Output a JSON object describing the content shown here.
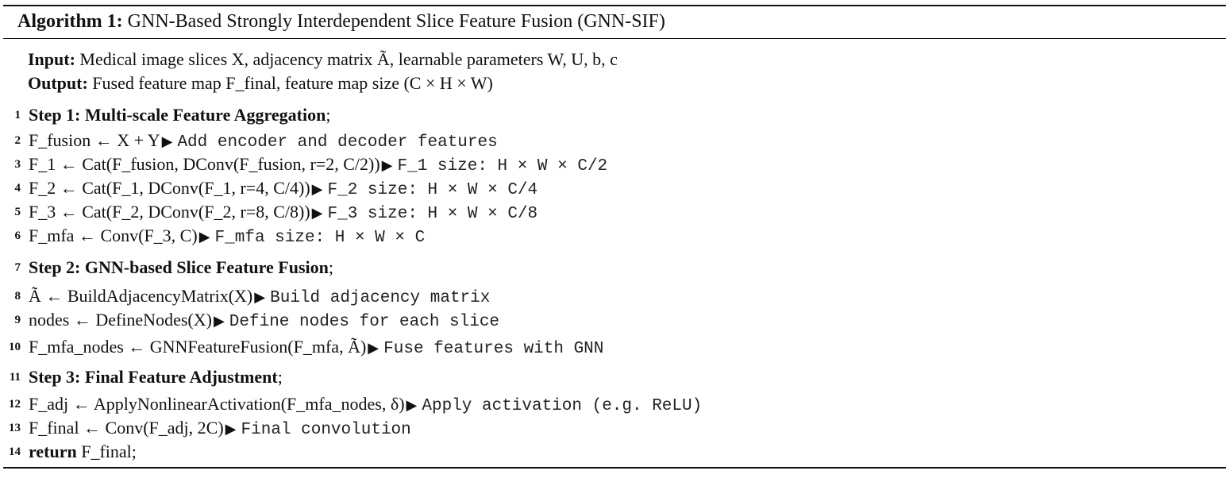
{
  "algorithm": {
    "caption_label": "Algorithm 1:",
    "caption_title": "GNN-Based Strongly Interdependent Slice Feature Fusion (GNN-SIF)",
    "input_label": "Input:",
    "input_text": "Medical image slices X, adjacency matrix Ã, learnable parameters W, U, b, c",
    "output_label": "Output:",
    "output_text": "Fused feature map F_final, feature map size (C × H × W)",
    "lines": [
      {
        "num": "1",
        "step": "Step 1: Multi-scale Feature Aggregation",
        "tail": ";"
      },
      {
        "num": "2",
        "code": "F_fusion ← X + Y",
        "comment": "Add encoder and decoder features"
      },
      {
        "num": "3",
        "code": "F_1 ← Cat(F_fusion, DConv(F_fusion, r=2, C/2))",
        "comment": "F_1 size: H × W × C/2"
      },
      {
        "num": "4",
        "code": "F_2 ← Cat(F_1, DConv(F_1, r=4, C/4))",
        "comment": "F_2 size: H × W × C/4"
      },
      {
        "num": "5",
        "code": "F_3 ← Cat(F_2, DConv(F_2, r=8, C/8))",
        "comment": "F_3 size: H × W × C/8"
      },
      {
        "num": "6",
        "code": "F_mfa ← Conv(F_3, C)",
        "comment": "F_mfa size: H × W × C"
      },
      {
        "num": "7",
        "step": "Step 2: GNN-based Slice Feature Fusion",
        "tail": ";"
      },
      {
        "num": "8",
        "code": "Ã ← BuildAdjacencyMatrix(X)",
        "comment": "Build adjacency matrix"
      },
      {
        "num": "9",
        "code": "nodes ← DefineNodes(X)",
        "comment": "Define nodes for each slice"
      },
      {
        "num": "10",
        "code": "F_mfa_nodes ← GNNFeatureFusion(F_mfa, Ã)",
        "comment": "Fuse features with GNN"
      },
      {
        "num": "11",
        "step": "Step 3: Final Feature Adjustment",
        "tail": ";"
      },
      {
        "num": "12",
        "code": "F_adj ← ApplyNonlinearActivation(F_mfa_nodes, δ)",
        "comment": "Apply activation (e.g. ReLU)"
      },
      {
        "num": "13",
        "code": "F_final ← Conv(F_adj, 2C)",
        "comment": "Final convolution"
      },
      {
        "num": "14",
        "keyword": "return",
        "code": "F_final",
        "tail": ";"
      }
    ]
  }
}
